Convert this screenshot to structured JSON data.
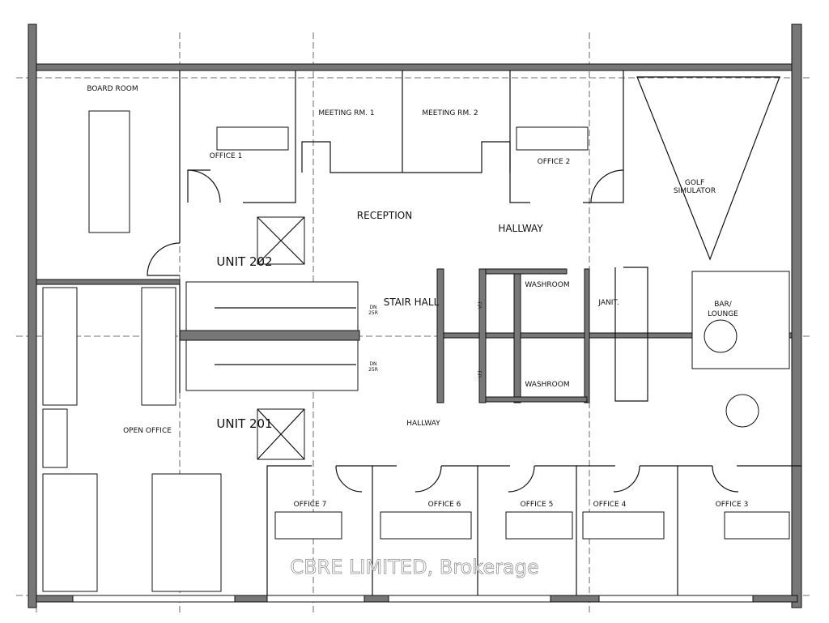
{
  "rooms": {
    "board_room": "BOARD ROOM",
    "office_1": "OFFICE 1",
    "meeting_1": "MEETING RM. 1",
    "meeting_2": "MEETING RM. 2",
    "office_2": "OFFICE 2",
    "golf_1": "GOLF",
    "golf_2": "SIMULATOR",
    "reception": "RECEPTION",
    "hallway_upper": "HALLWAY",
    "unit_202": "UNIT 202",
    "stair_hall": "STAIR HALL",
    "dn_1": "DN",
    "dn_1b": "25R",
    "dn_2": "DN",
    "dn_2b": "25R",
    "washroom_1": "WASHROOM",
    "washroom_2": "WASHROOM",
    "fp_1": "F.P.",
    "fp_2": "F.P.",
    "janitor": "JANIT.",
    "bar_1": "BAR/",
    "bar_2": "LOUNGE",
    "unit_201": "UNIT 201",
    "open_office": "OPEN OFFICE",
    "hallway_lower": "HALLWAY",
    "office_7": "OFFICE 7",
    "office_6": "OFFICE 6",
    "office_5": "OFFICE 5",
    "office_4": "OFFICE 4",
    "office_3": "OFFICE 3"
  },
  "watermark": "CBRE LIMITED, Brokerage"
}
